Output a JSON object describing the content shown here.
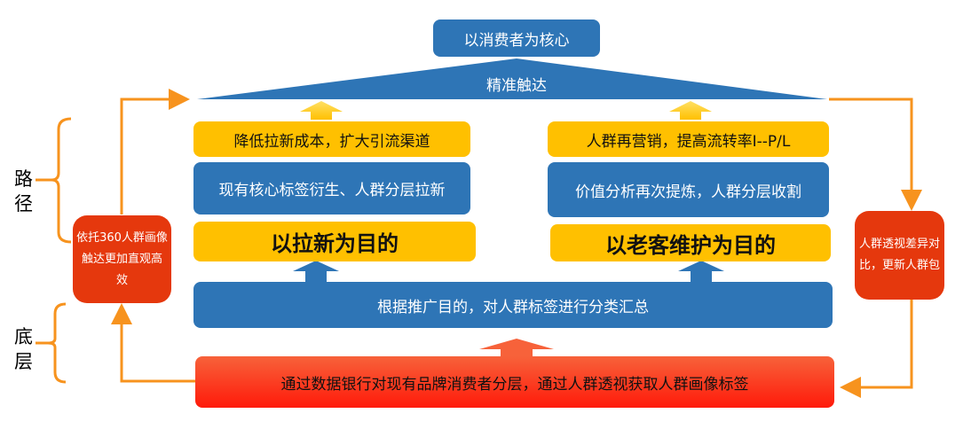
{
  "top": {
    "core": "以消费者为核心",
    "roof": "精准触达"
  },
  "left_goal": {
    "benefit": "降低拉新成本，扩大引流渠道",
    "method": "现有核心标签衍生、人群分层拉新",
    "goal": "以拉新为目的"
  },
  "right_goal": {
    "benefit": "人群再营销，提高流转率I--P/L",
    "method": "价值分析再次提炼，人群分层收割",
    "goal": "以老客维护为目的"
  },
  "middle": "根据推广目的，对人群标签进行分类汇总",
  "bottom": "通过数据银行对现有品牌消费者分层，通过人群透视获取人群画像标签",
  "left_side": "依托360人群画像触达更加直观高效",
  "right_side": "人群透视差异对比，更新人群包",
  "labels": {
    "path": "路径",
    "base": "底层"
  },
  "colors": {
    "blue": "#2e75b6",
    "yellow": "#ffc000",
    "red": "#e5380d",
    "orange": "#f7931e"
  }
}
